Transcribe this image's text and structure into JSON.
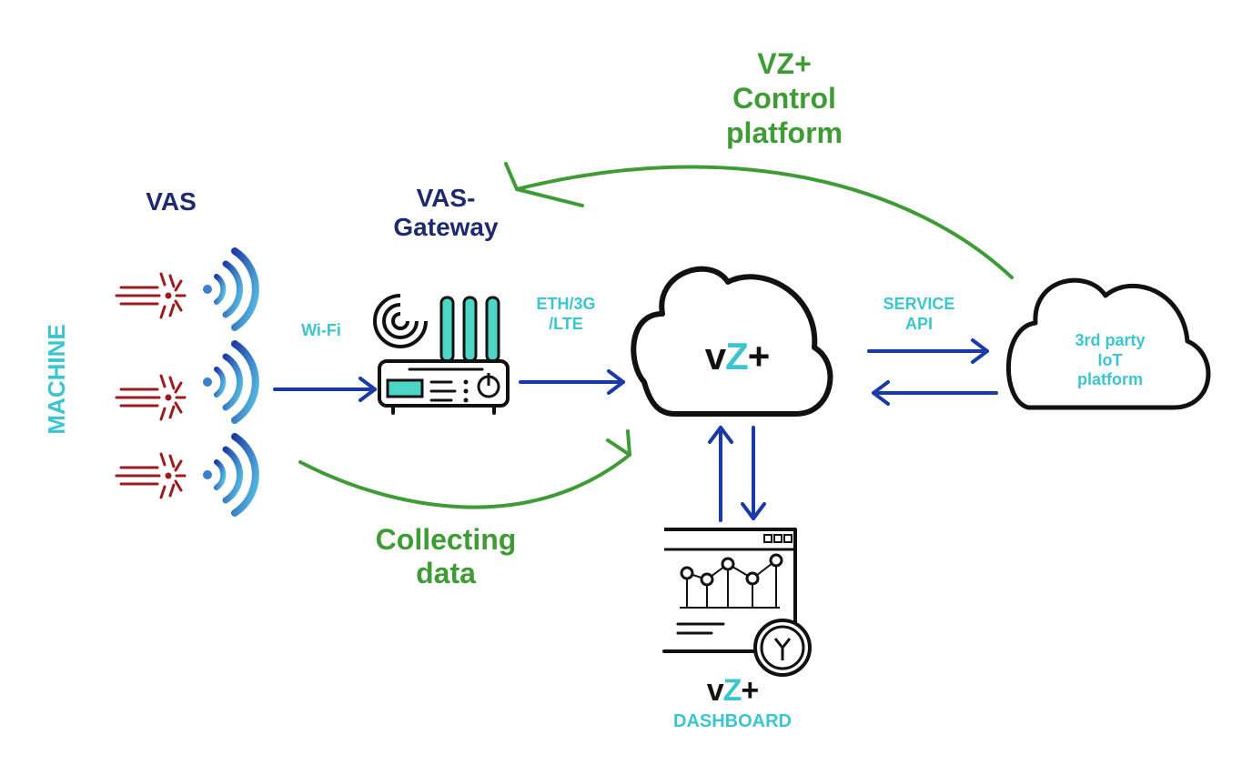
{
  "colors": {
    "navy": "#1f2a6e",
    "teal": "#3cc4cf",
    "green": "#3f9b35",
    "arrow_blue": "#1a3aa8",
    "machine_red": "#9b1c20",
    "black": "#111111"
  },
  "labels": {
    "machine": "MACHINE",
    "vas": "VAS",
    "vas_gateway_line1": "VAS-",
    "vas_gateway_line2": "Gateway",
    "wifi": "Wi-Fi",
    "eth_line1": "ETH/3G",
    "eth_line2": "/LTE",
    "control_line1": "VZ+",
    "control_line2": "Control",
    "control_line3": "platform",
    "service_line1": "SERVICE",
    "service_line2": "API",
    "third_line1": "3rd party",
    "third_line2": "IoT",
    "third_line3": "platform",
    "collecting_line1": "Collecting",
    "collecting_line2": "data",
    "cloud_logo_v": "v",
    "cloud_logo_z": "Z",
    "cloud_logo_plus": "+",
    "dash_logo_v": "v",
    "dash_logo_z": "Z",
    "dash_logo_plus": "+",
    "dashboard": "DASHBOARD"
  },
  "icons": [
    "machine-burst-icon",
    "vas-sensor-wave-icon",
    "router-icon",
    "cloud-icon",
    "dashboard-window-icon",
    "clock-icon"
  ]
}
